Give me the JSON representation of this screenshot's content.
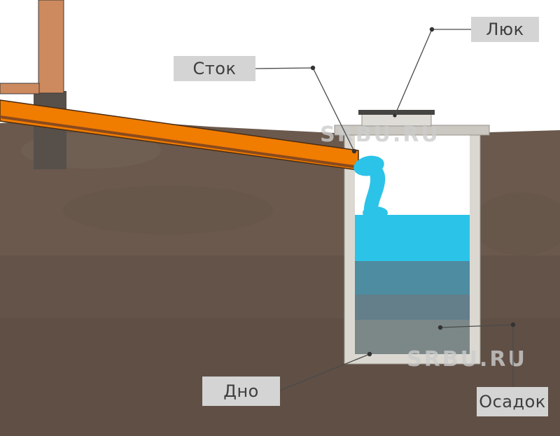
{
  "diagram": {
    "labels": {
      "stok": "Сток",
      "lyuk": "Люк",
      "dno": "Дно",
      "osadok": "Осадок"
    },
    "watermark": "SRBU.RU",
    "colors": {
      "ground": "#6b594d",
      "pipe": "#f07c00",
      "pipe_stripe": "#8a4a1d",
      "house_wall": "#cd8a5e",
      "foundation": "#57504a",
      "pit_wall": "#dbd8d2",
      "pit_interior": "#ffffff",
      "slab": "#cbc8c2",
      "hatch_lid": "#454543",
      "water": "#2cc3e8",
      "water_mid": "#4e8ca1",
      "water_deep": "#647e8a",
      "sediment": "#7b8887",
      "label_bg": "#d4d4d4",
      "label_text": "#3e3e3e",
      "leader": "#4a4a4a",
      "watermark_text": "#cccccc"
    }
  }
}
